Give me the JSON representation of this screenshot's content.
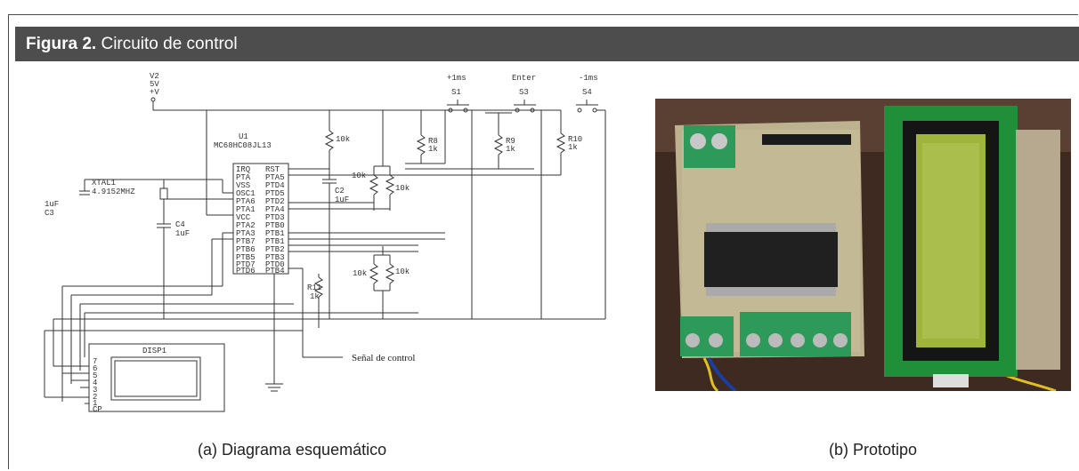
{
  "header": {
    "figure_label": "Figura 2.",
    "title": " Circuito de control"
  },
  "schematic": {
    "supply": [
      "V2",
      "5V",
      "+V"
    ],
    "ic_name": "U1",
    "ic_part": "MC68HC08JL13",
    "ic_left_pins": [
      "IRQ",
      "PTA",
      "VSS",
      "OSC1",
      "PTA6",
      "PTA1",
      "VCC",
      "PTA2",
      "PTA3",
      "PTB7",
      "PTB6",
      "PTB5",
      "PTD7",
      "PTD6"
    ],
    "ic_right_pins": [
      "RST",
      "PTA5",
      "PTD4",
      "PTD5",
      "PTD2",
      "PTA4",
      "PTD3",
      "PTB0",
      "PTB1",
      "PTB1",
      "PTB2",
      "PTB3",
      "PTD0",
      "PTB4"
    ],
    "crystal": [
      "XTAL1",
      "4.9152MHZ"
    ],
    "c3": [
      "1uF",
      "C3"
    ],
    "c4": [
      "C4",
      "1uF"
    ],
    "c2": [
      "C2",
      "1uF"
    ],
    "r_10k": "10k",
    "r8": [
      "R8",
      "1k"
    ],
    "r9": [
      "R9",
      "1k"
    ],
    "r10": [
      "R10",
      "1k"
    ],
    "r11": [
      "R11",
      "1k"
    ],
    "switches": [
      {
        "label": "+1ms",
        "ref": "S1"
      },
      {
        "label": "Enter",
        "ref": "S3"
      },
      {
        "label": "-1ms",
        "ref": "S4"
      }
    ],
    "display": "DISP1",
    "display_pins": [
      "7",
      "6",
      "5",
      "4",
      "3",
      "2",
      "1",
      "CP"
    ],
    "control_signal": "Señal de control"
  },
  "captions": {
    "a": "(a) Diagrama esquemático",
    "b": "(b) Prototipo"
  },
  "colors": {
    "header_bg": "#4d4d4d",
    "pcb_green": "#1f8f3a",
    "lcd_panel": "#9fb43a",
    "terminal_green": "#2e9a5a"
  }
}
